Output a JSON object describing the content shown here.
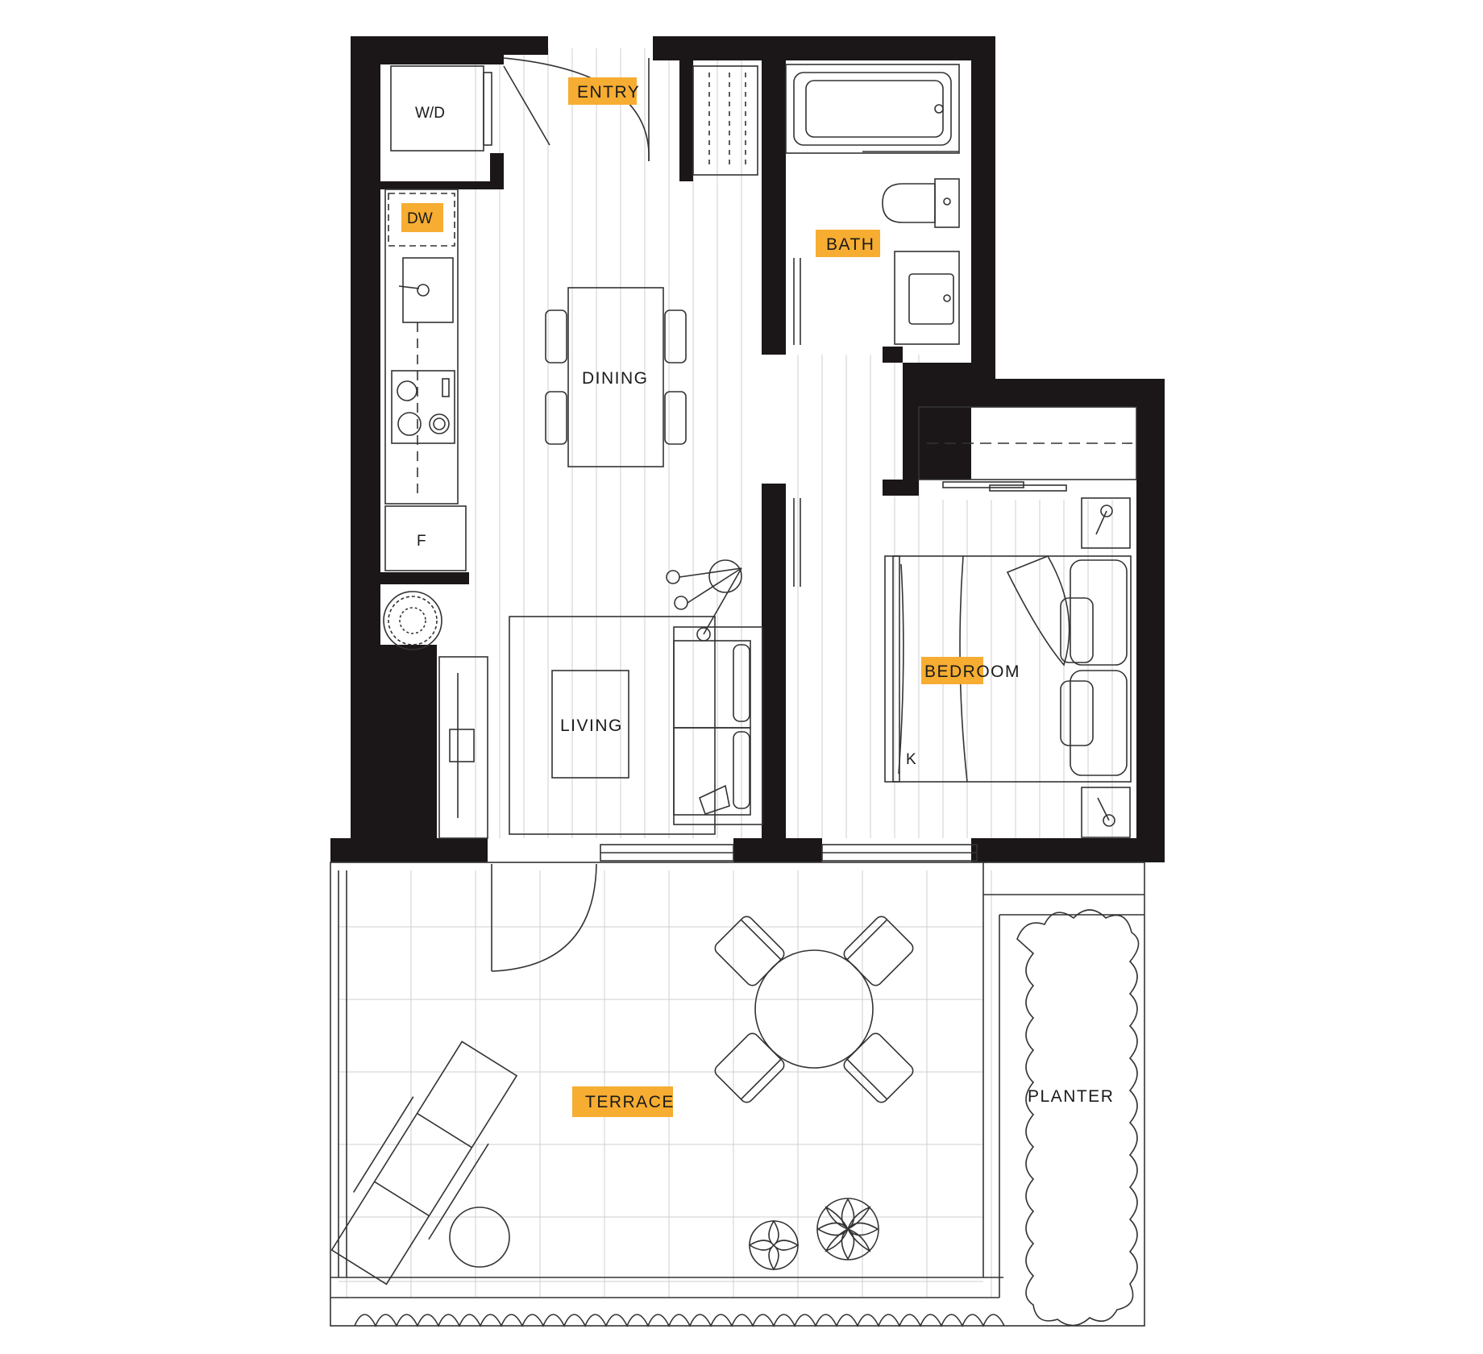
{
  "colors": {
    "wall": "#1b1718",
    "highlight": "#f6ad32",
    "line": "#333333",
    "floor_grid": "#cfcfcf"
  },
  "rooms": {
    "entry": "ENTRY",
    "dw": "DW",
    "wd": "W/D",
    "bath": "BATH",
    "dining": "DINING",
    "fridge": "F",
    "living": "LIVING",
    "bedroom": "BEDROOM",
    "k": "K",
    "terrace": "TERRACE",
    "planter": "PLANTER"
  },
  "highlighted_labels": [
    "ENTRY",
    "DW",
    "BATH",
    "BEDROOM",
    "TERRACE"
  ]
}
